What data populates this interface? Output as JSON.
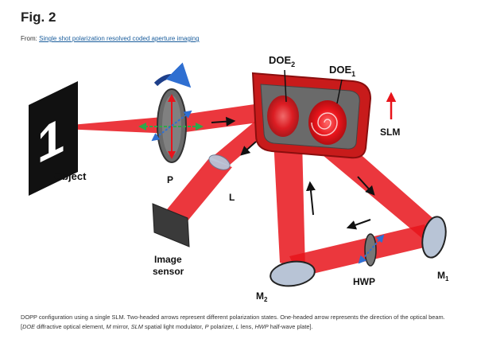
{
  "header": {
    "fig_title": "Fig. 2",
    "from_prefix": "From: ",
    "source_link": "Single shot polarization resolved coded aperture imaging"
  },
  "diagram": {
    "labels": {
      "object": "Object",
      "polarizer": "P",
      "lens": "L",
      "image_sensor_line1": "Image",
      "image_sensor_line2": "sensor",
      "doe2": "DOE",
      "doe2_sub": "2",
      "doe1": "DOE",
      "doe1_sub": "1",
      "slm": "SLM",
      "m1": "M",
      "m1_sub": "1",
      "m2": "M",
      "m2_sub": "2",
      "hwp": "HWP",
      "object_digit": "1"
    },
    "colors": {
      "beam": "#e8141b",
      "optic_fill": "#b8c4d6",
      "slm_frame": "#c81b1b",
      "arrow_blue": "#2f6fd1",
      "arrow_green": "#2ea84a"
    }
  },
  "caption": {
    "seg1": "DOPP configuration using a single SLM. Two-headed arrows represent different polarization states. One-headed arrow represents the direction of the optical beam. [",
    "t_doe": "DOE",
    "s_doe": " diffractive optical element, ",
    "t_m": "M",
    "s_m": " mirror, ",
    "t_slm": "SLM",
    "s_slm": " spatial light modulator, ",
    "t_p": "P",
    "s_p": " polarizer, ",
    "t_l": "L",
    "s_l": " lens, ",
    "t_hwp": "HWP",
    "s_hwp": " half-wave plate]."
  }
}
